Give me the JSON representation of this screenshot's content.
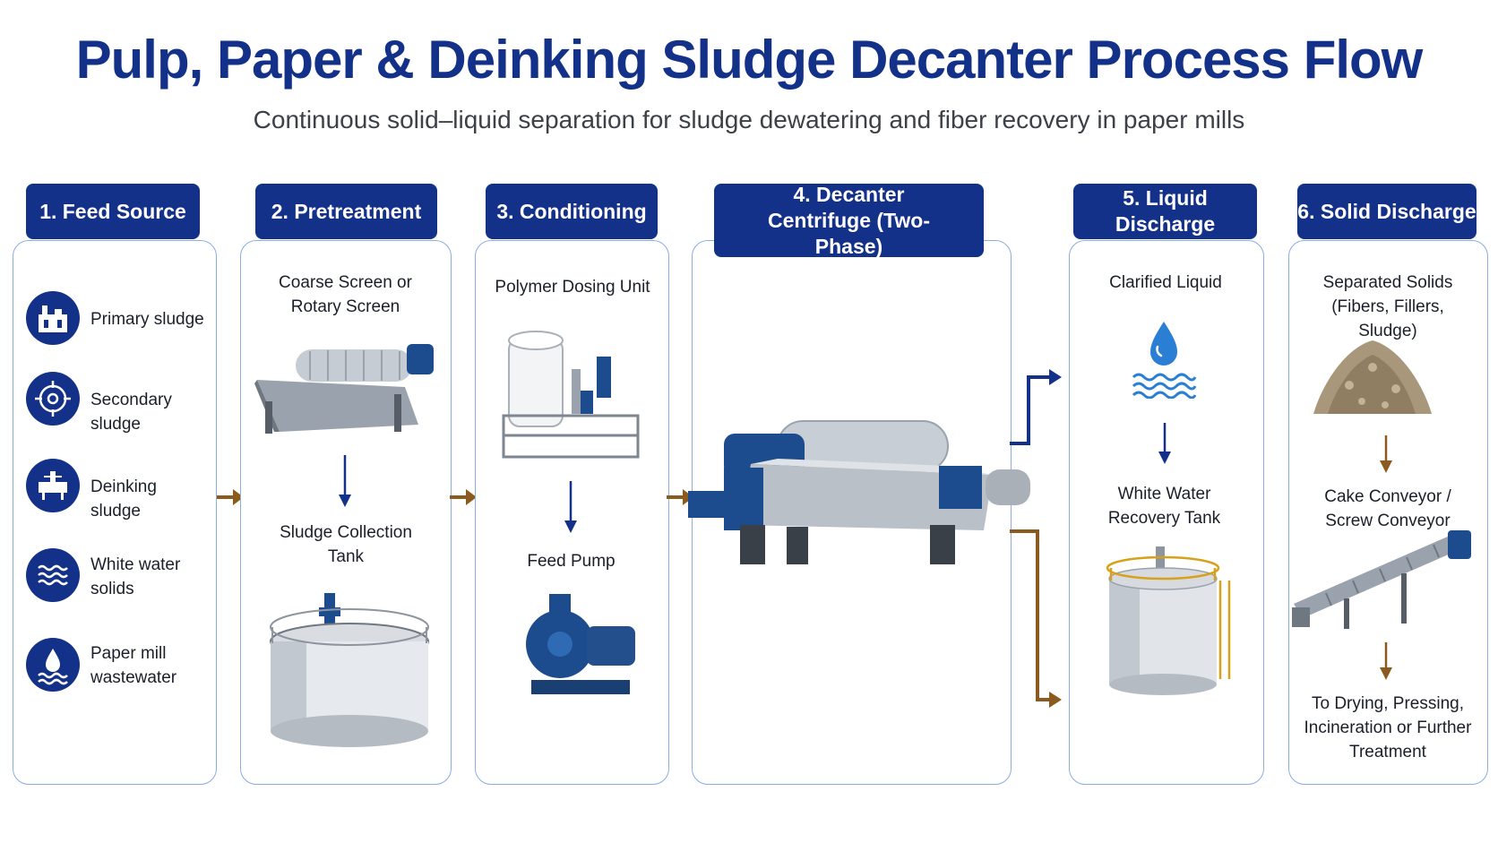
{
  "title": "Pulp, Paper & Deinking Sludge Decanter Process Flow",
  "subtitle": "Continuous solid–liquid separation for sludge dewatering and fiber recovery in paper mills",
  "colors": {
    "primary": "#14318a",
    "panel_border": "#8aaee0",
    "flow_arrow": "#8b5a1e",
    "liquid_blue": "#2a7fd4"
  },
  "steps": [
    {
      "header": "1. Feed Source",
      "sources": [
        {
          "label": "Primary sludge",
          "icon": "factory-icon"
        },
        {
          "label": "Secondary sludge",
          "icon": "target-gear-icon"
        },
        {
          "label": "Deinking sludge",
          "icon": "deinking-machine-icon"
        },
        {
          "label": "White water solids",
          "icon": "waves-icon"
        },
        {
          "label": "Paper mill wastewater",
          "icon": "droplet-waves-icon"
        }
      ]
    },
    {
      "header": "2. Pretreatment",
      "item1": "Coarse Screen or Rotary Screen",
      "item2": "Sludge Collection Tank"
    },
    {
      "header": "3. Conditioning",
      "item1": "Polymer Dosing Unit",
      "item2": "Feed Pump"
    },
    {
      "header": "4. Decanter Centrifuge (Two-Phase)"
    },
    {
      "header": "5. Liquid Discharge",
      "item1": "Clarified Liquid",
      "item2": "White Water Recovery Tank"
    },
    {
      "header": "6. Solid Discharge",
      "item1": "Separated Solids (Fibers, Fillers, Sludge)",
      "item2": "Cake Conveyor / Screw Conveyor",
      "item3": "To Drying, Pressing, Incineration or Further Treatment"
    }
  ]
}
